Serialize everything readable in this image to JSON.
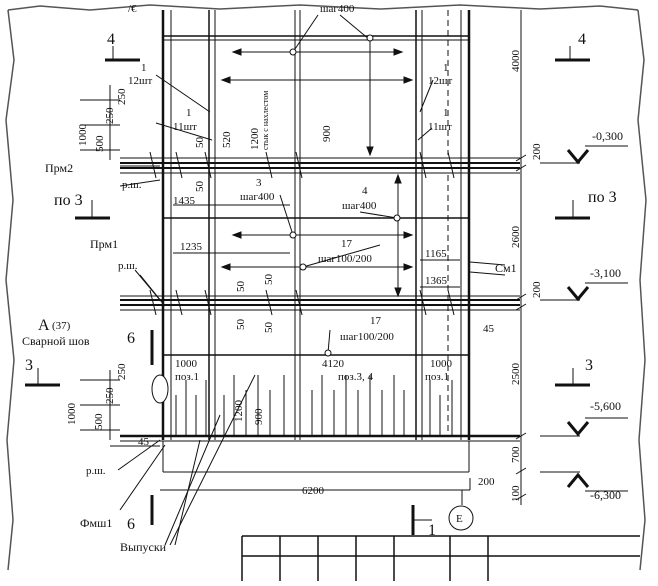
{
  "drawing": {
    "header_fragments": {
      "top_left": "/€",
      "top_center": "шаг400"
    },
    "section_marks": {
      "mark_4_left": "4",
      "mark_4_right": "4",
      "mark_3_left": "3",
      "mark_3_right": "3",
      "po3_left": "по 3",
      "po3_right": "по 3",
      "mark_6_top": "6",
      "mark_6_bottom": "6",
      "mark_1": "1"
    },
    "callouts": {
      "a37_letter": "А",
      "a37_num": "(37)",
      "weld": "Сварной шов",
      "prm2": "Прм2",
      "prm1": "Прм1",
      "rsh_1": "р.ш.",
      "rsh_2": "р.ш.",
      "rsh_3": "р.ш.",
      "fmsh1": "Фмш1",
      "vypuski": "Выпуски",
      "cm1": "См1",
      "axis_e": "Е"
    },
    "qty_labels": {
      "left_one_a": "1",
      "left_12": "12шт",
      "left_one_b": "1",
      "left_11": "11шт",
      "right_one_a": "1",
      "right_12": "12шт",
      "right_one_b": "1",
      "right_11": "11шт"
    },
    "step_labels": {
      "s3": "3",
      "s3_step": "шаг400",
      "s4": "4",
      "s4_step": "шаг400",
      "s17a": "17",
      "s17a_step": "шаг100/200",
      "s17b": "17",
      "s17b_step": "шаг100/200"
    },
    "pos_labels": {
      "left_1000": "1000",
      "left_pos": "поз.1",
      "mid_4120": "4120",
      "mid_pos": "поз.3, 4",
      "right_1000": "1000",
      "right_pos": "поз.1"
    },
    "vertical_note": "стык с нахлестом",
    "dims": {
      "d1200_top": "1200",
      "d900_top": "900",
      "d520": "520",
      "d1435": "1435",
      "d1235": "1235",
      "d1165": "1165",
      "d1365": "1365",
      "d45": "45",
      "d6200": "6200",
      "d200_bot": "200",
      "d45_bot": "45",
      "d1200_bot": "1200",
      "d900_bot": "900",
      "r4000": "4000",
      "r200a": "200",
      "r2600": "2600",
      "r200b": "200",
      "r2500": "2500",
      "r700": "700",
      "r100": "100",
      "l250a": "250",
      "l250b": "250",
      "l1000a": "1000",
      "l500a": "500",
      "l250c": "250",
      "l250d": "250",
      "l1000b": "1000",
      "l500b": "500",
      "f50": "50"
    },
    "levels": {
      "lv1": "-0,300",
      "lv2": "-3,100",
      "lv3": "-5,600",
      "lv4": "-6,300"
    }
  },
  "colors": {
    "ink": "#111111",
    "frame": "#555555",
    "background": "#ffffff"
  }
}
